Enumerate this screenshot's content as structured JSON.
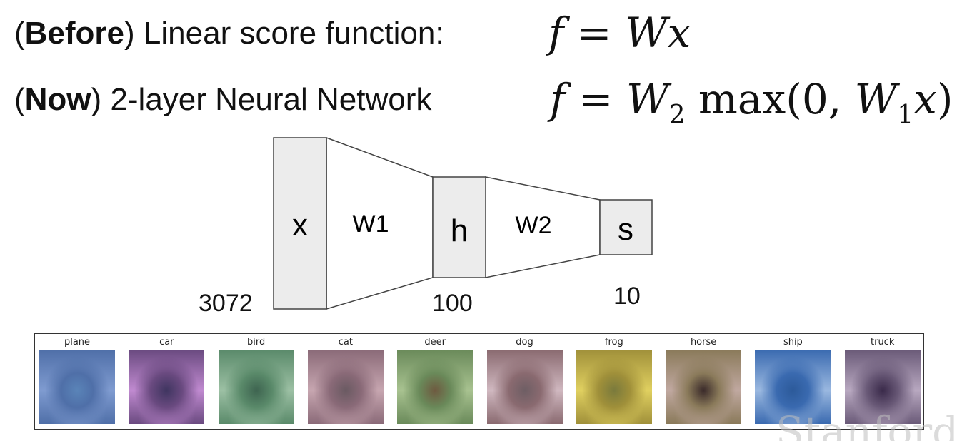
{
  "lines": {
    "before": {
      "bold": "Before",
      "rest": ") Linear score function:"
    },
    "now": {
      "bold": "Now",
      "rest": ") 2-layer Neural Network"
    }
  },
  "equations": {
    "before": "f = Wx",
    "now": "f = W2 max(0, W1x)"
  },
  "diagram": {
    "x_label": "x",
    "h_label": "h",
    "s_label": "s",
    "w1_label": "W1",
    "w2_label": "W2",
    "x_size": "3072",
    "h_size": "100",
    "s_size": "10",
    "box_fill": "#ececec"
  },
  "templates": [
    {
      "label": "plane",
      "colors": [
        "#4f6fa8",
        "#7f9bd0",
        "#5a84b8"
      ]
    },
    {
      "label": "car",
      "colors": [
        "#6a4a80",
        "#c08ad0",
        "#3f3560"
      ]
    },
    {
      "label": "bird",
      "colors": [
        "#5a8a6a",
        "#9cc0a4",
        "#3e6450"
      ]
    },
    {
      "label": "cat",
      "colors": [
        "#8a6a78",
        "#c7a6b0",
        "#6a5a62"
      ]
    },
    {
      "label": "deer",
      "colors": [
        "#6a8a5a",
        "#a8c290",
        "#6e5a40"
      ]
    },
    {
      "label": "dog",
      "colors": [
        "#8a6a70",
        "#d0b8c0",
        "#6e5e64"
      ]
    },
    {
      "label": "frog",
      "colors": [
        "#a0903a",
        "#e0d060",
        "#7a7a3c"
      ]
    },
    {
      "label": "horse",
      "colors": [
        "#8a7a5a",
        "#c0a8a0",
        "#3a2a2a"
      ]
    },
    {
      "label": "ship",
      "colors": [
        "#3a6ab0",
        "#9ab8e0",
        "#2c5a9a"
      ]
    },
    {
      "label": "truck",
      "colors": [
        "#6a5a78",
        "#b8a8c0",
        "#3a2a4a"
      ]
    }
  ],
  "watermark": "Stanford"
}
